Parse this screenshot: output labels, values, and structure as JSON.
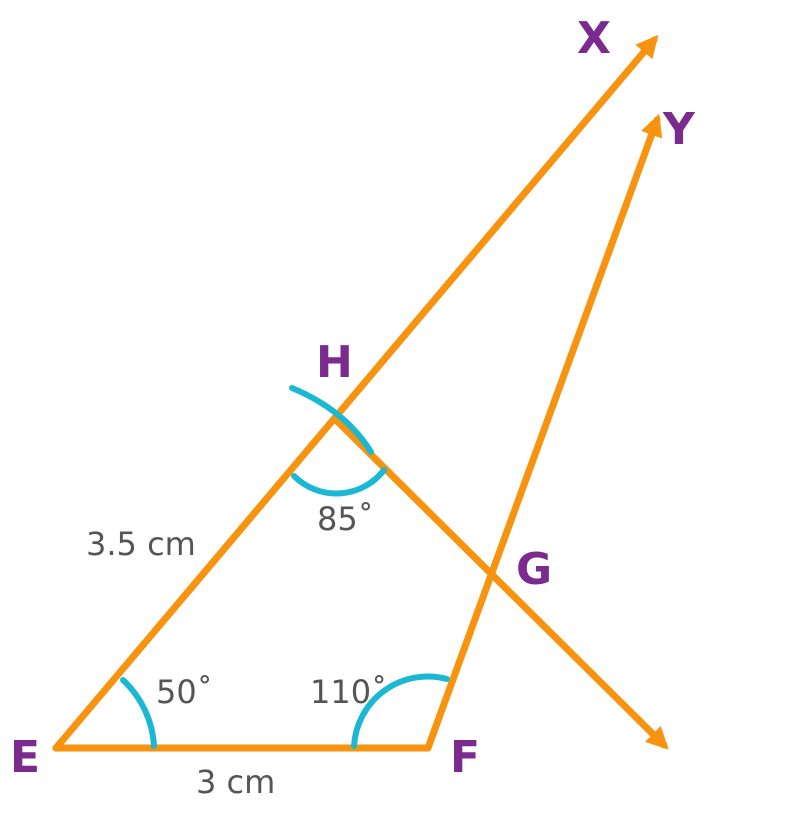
{
  "colors": {
    "line": "#F7930E",
    "arc": "#1BB8D3",
    "point_label": "#7B2A8E",
    "measure_label": "#555555",
    "background": "#FFFFFF"
  },
  "points": {
    "E": "E",
    "F": "F",
    "G": "G",
    "H": "H",
    "X": "X",
    "Y": "Y"
  },
  "measurements": {
    "side_EF": "3 cm",
    "side_EH": "3.5 cm",
    "angle_E": "50˚",
    "angle_F": "110˚",
    "angle_H": "85˚"
  }
}
